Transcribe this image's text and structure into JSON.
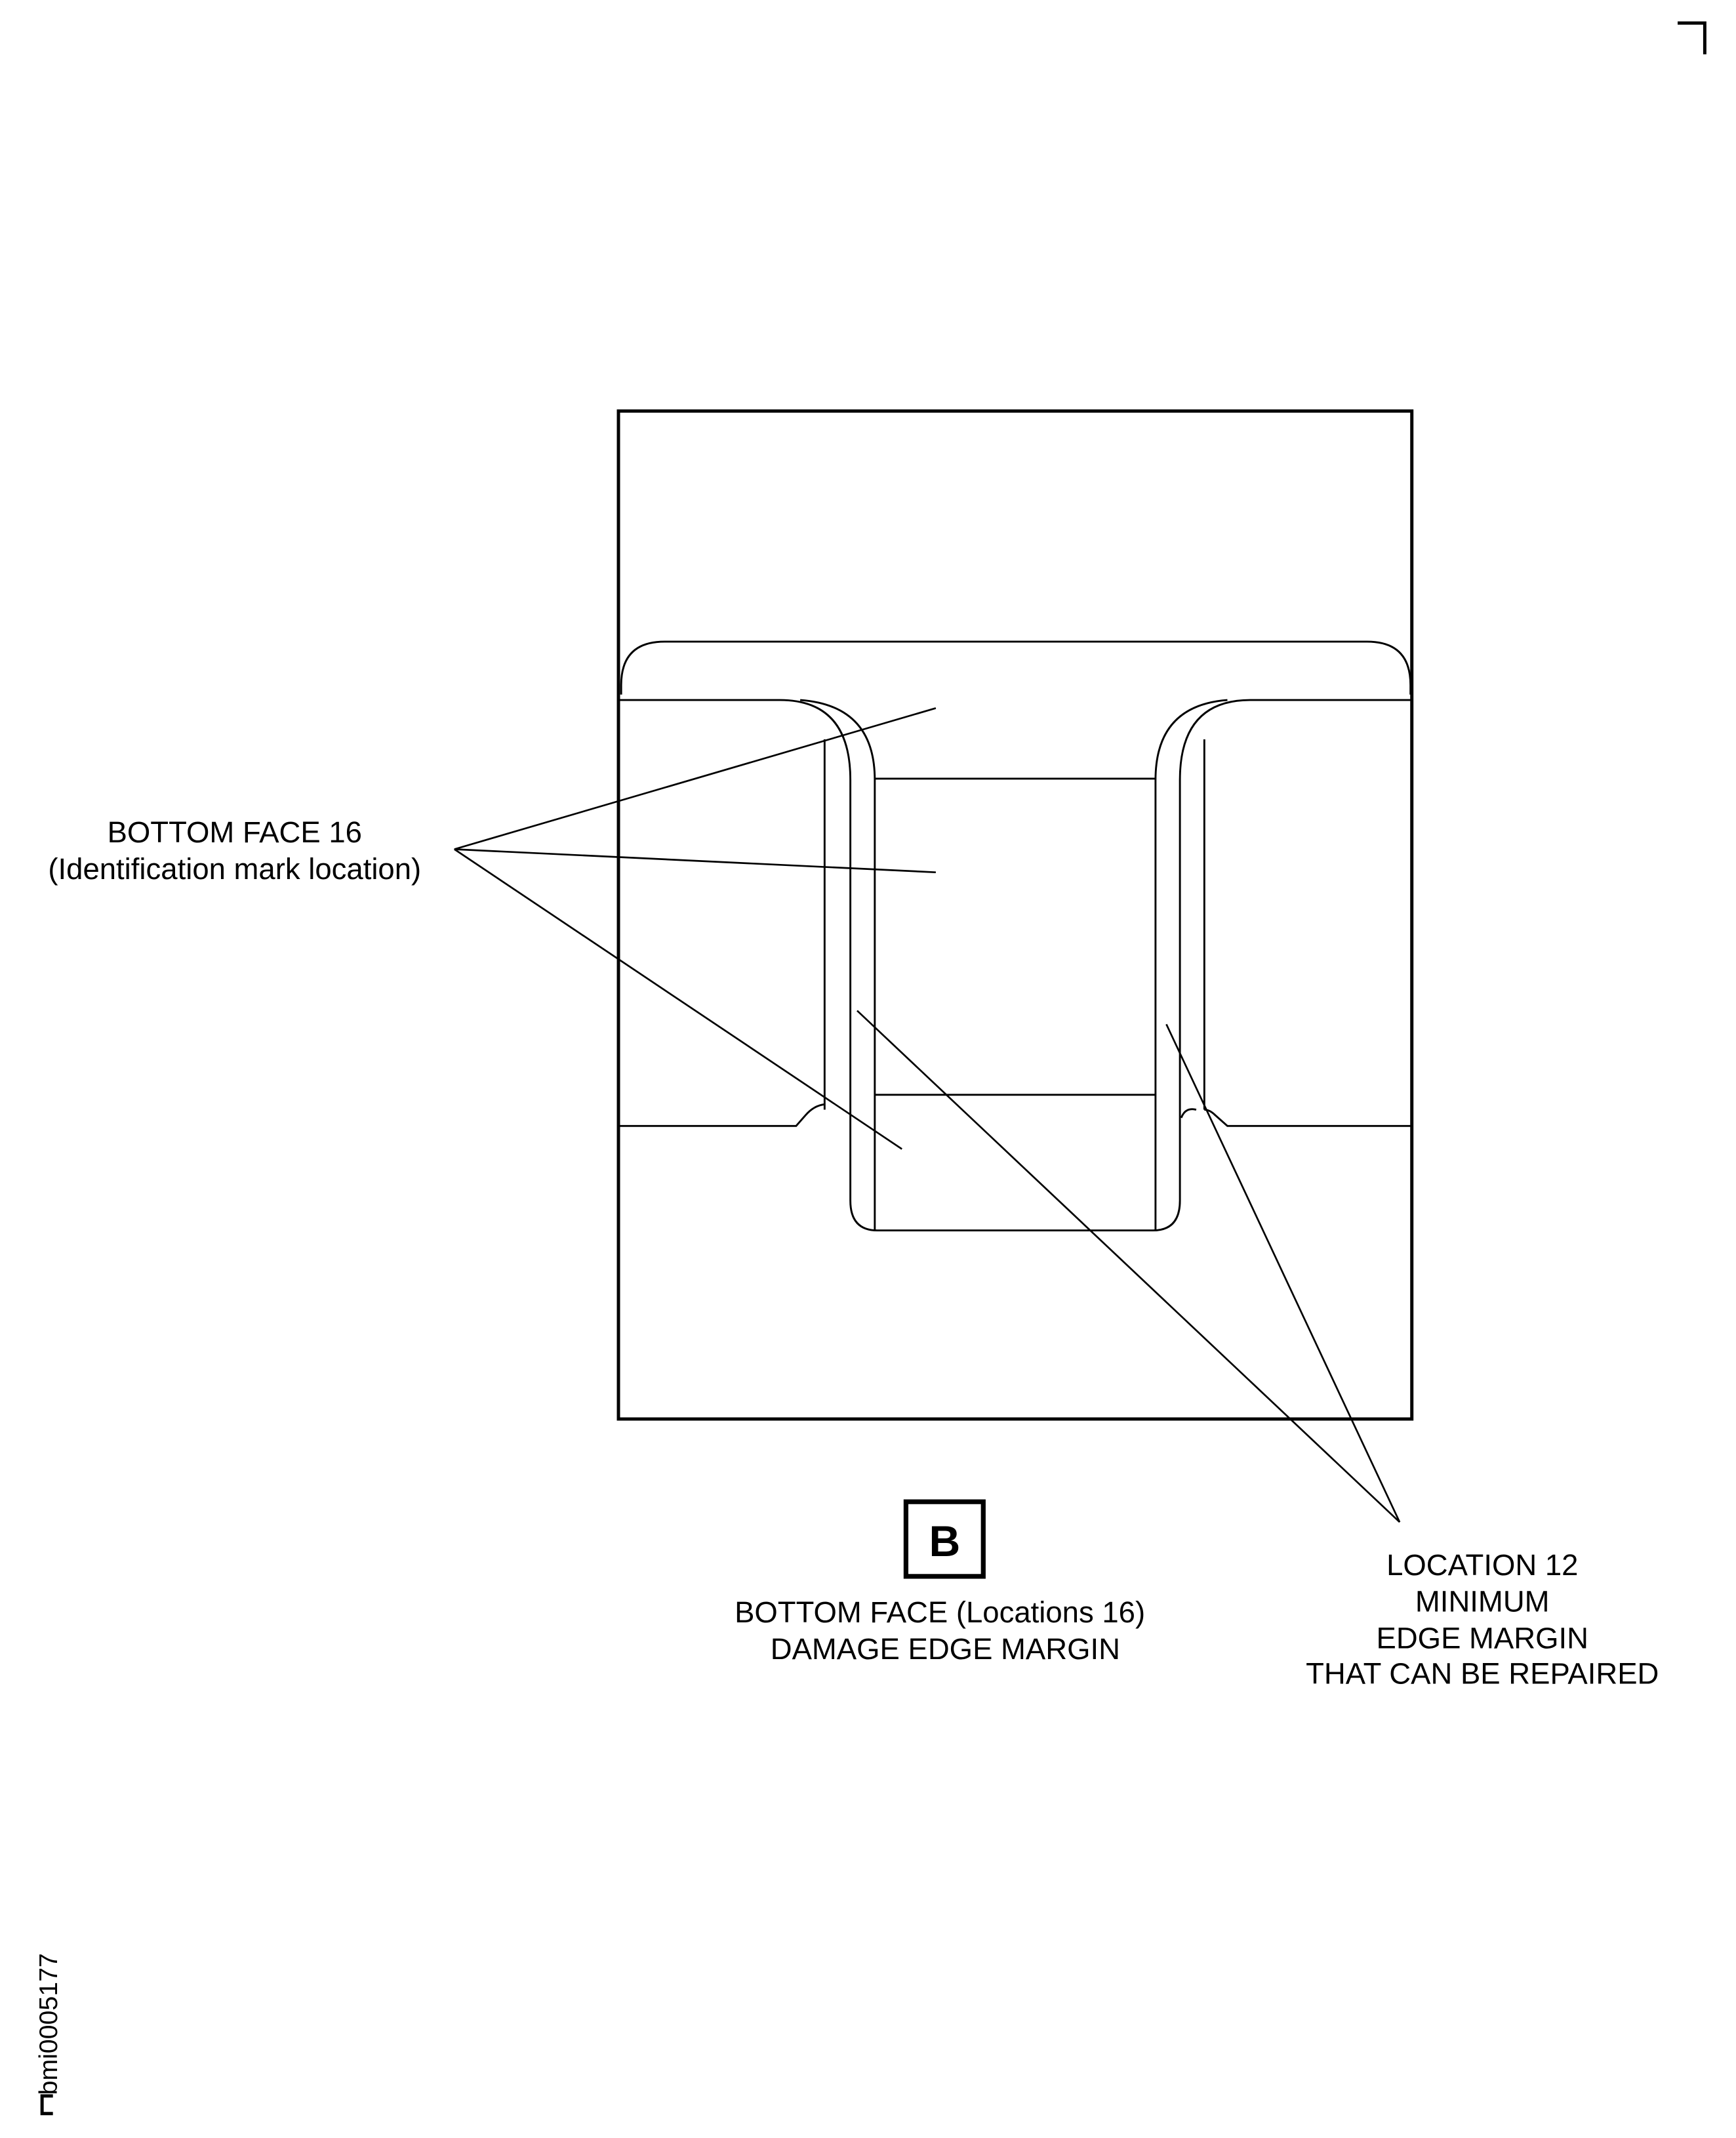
{
  "labels": {
    "bottom_face_16": [
      "BOTTOM FACE 16",
      "(Identification mark location)"
    ],
    "view_letter": "B",
    "view_caption": [
      "BOTTOM FACE (Locations 16)",
      "DAMAGE EDGE MARGIN"
    ],
    "location_12": [
      "LOCATION 12",
      "MINIMUM",
      "EDGE MARGIN",
      "THAT CAN BE REPAIRED"
    ]
  },
  "figure_id": "bmi0005177"
}
